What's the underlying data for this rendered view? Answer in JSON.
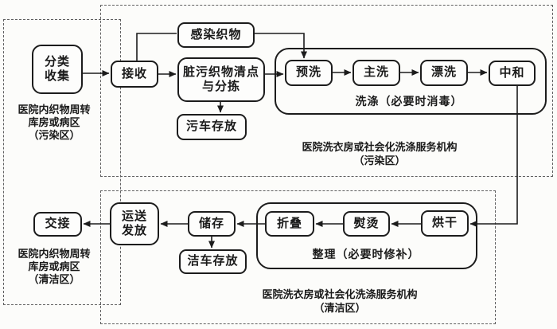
{
  "colors": {
    "line": "#1c1c1c",
    "dashed_line": "#5f5f5f",
    "background": "#fcfcfa",
    "text": "#1a1a1a"
  },
  "zones": {
    "hospital": {
      "label_contaminated": [
        "医院内织物周转",
        "库房或病区",
        "（污染区）"
      ],
      "label_clean": [
        "医院内织物周转",
        "库房或病区",
        "（清洁区）"
      ]
    },
    "laundry_contaminated": {
      "org_label": [
        "医院洗衣房或社会化洗涤服务机构",
        "（污染区）"
      ]
    },
    "laundry_clean": {
      "org_label": [
        "医院洗衣房或社会化洗涤服务机构",
        "（清洁区）"
      ]
    }
  },
  "groups": {
    "washing": {
      "label": "洗涤（必要时消毒）"
    },
    "finishing": {
      "label": "整理（必要时修补）"
    }
  },
  "nodes": {
    "classify_collect": [
      "分类",
      "收集"
    ],
    "receive": "接收",
    "infected_textiles": "感染织物",
    "count_sort": [
      "脏污织物清点",
      "与分拣"
    ],
    "dirty_cart": "污车存放",
    "prewash": "预洗",
    "main_wash": "主洗",
    "rinse": "漂洗",
    "neutralize": "中和",
    "dry": "烘干",
    "iron": "熨烫",
    "fold": "折叠",
    "storage": "储存",
    "clean_cart": "洁车存放",
    "transport_issue": [
      "运送",
      "发放"
    ],
    "handover": "交接"
  }
}
